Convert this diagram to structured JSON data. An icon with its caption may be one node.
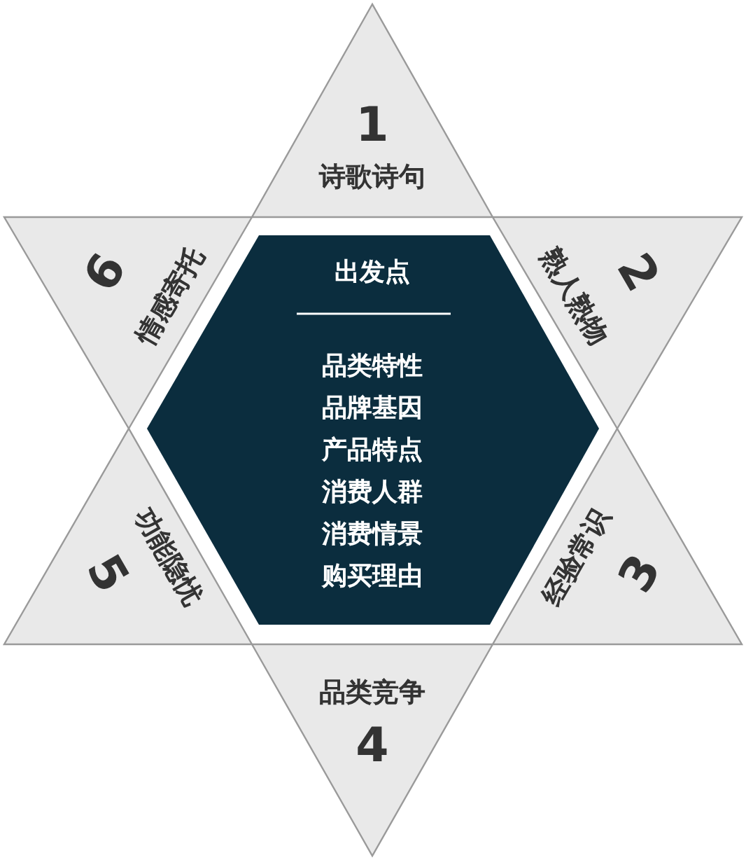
{
  "diagram": {
    "nodes": [
      {
        "text": [
          "出发点",
          "品类特性",
          "品牌基因",
          "产品特点",
          "消费人群",
          "消费情景",
          "购买理由"
        ]
      },
      {
        "text": [
          "1",
          "诗歌诗句"
        ]
      },
      {
        "text": [
          "2",
          "熟人熟物"
        ]
      },
      {
        "text": [
          "3",
          "经验常识"
        ]
      },
      {
        "text": [
          "品类竞争",
          "4"
        ]
      },
      {
        "text": [
          "5",
          "功能隐忧"
        ]
      },
      {
        "text": [
          "6",
          "情感寄托"
        ]
      }
    ],
    "edges": []
  }
}
